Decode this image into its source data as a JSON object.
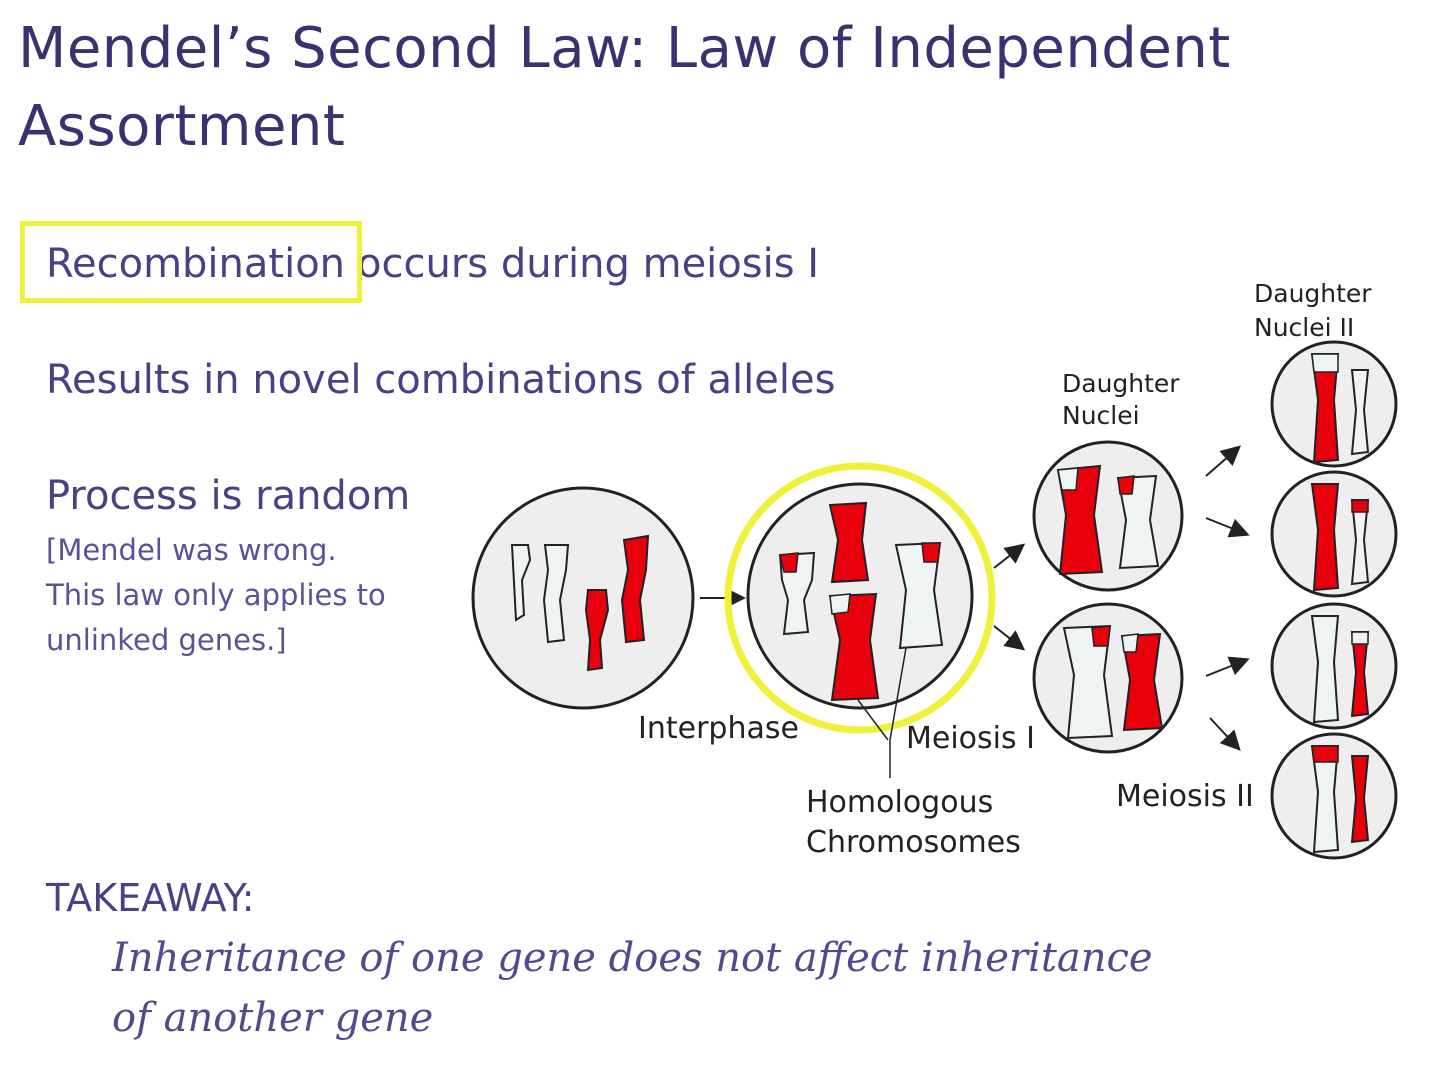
{
  "slide": {
    "title": "Mendel’s Second Law: Law of Independent Assortment",
    "bullets": [
      "Recombination",
      "occurs during meiosis I",
      "Results in novel combinations of alleles",
      "Process is random"
    ],
    "note_lines": [
      "[Mendel was wrong.",
      "This law only applies to",
      "unlinked genes.]"
    ],
    "takeaway_label": "TAKEAWAY:",
    "takeaway_lines": [
      "Inheritance of one gene does not affect inheritance",
      "of another gene"
    ]
  },
  "diagram": {
    "labels": {
      "interphase": "Interphase",
      "meiosis1": "Meiosis I",
      "homologous_1": "Homologous",
      "homologous_2": "Chromosomes",
      "daughter_nuclei_1": "Daughter",
      "daughter_nuclei_2": "Nuclei",
      "daughter_nuclei_ii_1": "Daughter",
      "daughter_nuclei_ii_2": "Nuclei II",
      "meiosis2": "Meiosis II"
    },
    "colors": {
      "chromosome_red": "#e8000d",
      "chromosome_white": "#eef4f4",
      "cell_fill": "#eeeeee",
      "highlight_yellow": "#eef03a",
      "title_purple": "#3a3170"
    }
  }
}
